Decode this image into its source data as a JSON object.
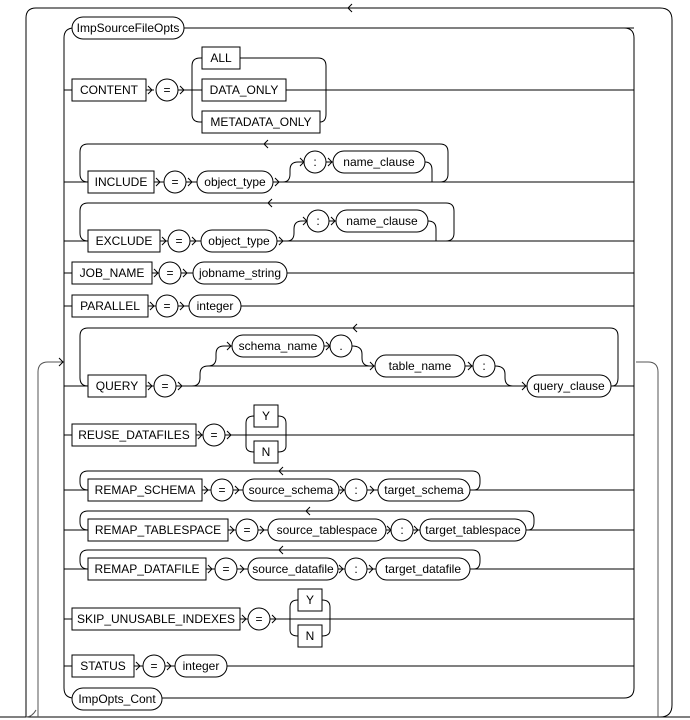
{
  "diagram": {
    "title": "ImpSourceFileOpts",
    "continuation": "ImpOpts_Cont",
    "content": {
      "keyword": "CONTENT",
      "eq": "=",
      "options": [
        "ALL",
        "DATA_ONLY",
        "METADATA_ONLY"
      ]
    },
    "include": {
      "keyword": "INCLUDE",
      "eq": "=",
      "object": "object_type",
      "colon": ":",
      "clause": "name_clause"
    },
    "exclude": {
      "keyword": "EXCLUDE",
      "eq": "=",
      "object": "object_type",
      "colon": ":",
      "clause": "name_clause"
    },
    "job_name": {
      "keyword": "JOB_NAME",
      "eq": "=",
      "value": "jobname_string"
    },
    "parallel": {
      "keyword": "PARALLEL",
      "eq": "=",
      "value": "integer"
    },
    "query": {
      "keyword": "QUERY",
      "eq": "=",
      "schema": "schema_name",
      "dot": ".",
      "table": "table_name",
      "colon": ":",
      "clause": "query_clause"
    },
    "reuse_datafiles": {
      "keyword": "REUSE_DATAFILES",
      "eq": "=",
      "options": [
        "Y",
        "N"
      ]
    },
    "remap_schema": {
      "keyword": "REMAP_SCHEMA",
      "eq": "=",
      "source": "source_schema",
      "colon": ":",
      "target": "target_schema"
    },
    "remap_tablespace": {
      "keyword": "REMAP_TABLESPACE",
      "eq": "=",
      "source": "source_tablespace",
      "colon": ":",
      "target": "target_tablespace"
    },
    "remap_datafile": {
      "keyword": "REMAP_DATAFILE",
      "eq": "=",
      "source": "source_datafile",
      "colon": ":",
      "target": "target_datafile"
    },
    "skip_unusable_indexes": {
      "keyword": "SKIP_UNUSABLE_INDEXES",
      "eq": "=",
      "options": [
        "Y",
        "N"
      ]
    },
    "status": {
      "keyword": "STATUS",
      "eq": "=",
      "value": "integer"
    }
  }
}
